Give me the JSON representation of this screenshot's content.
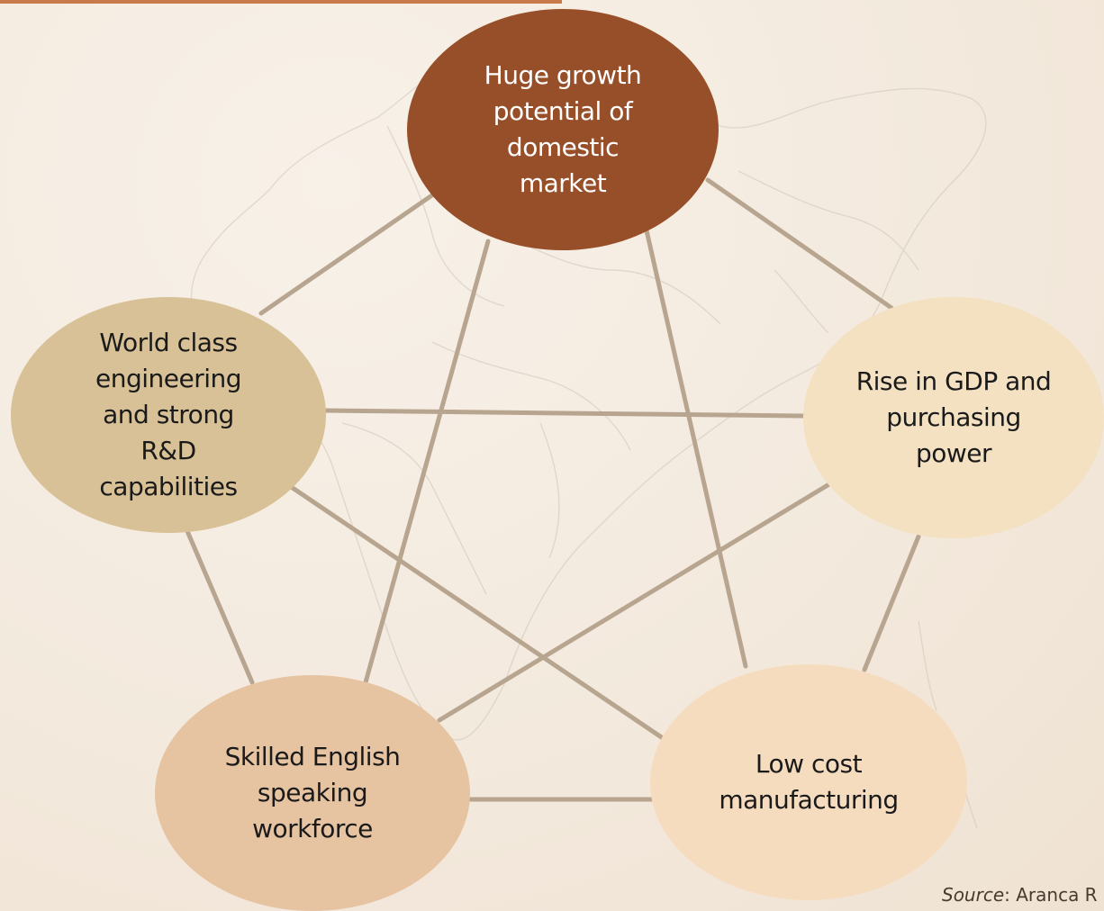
{
  "diagram": {
    "nodes": [
      {
        "id": "domestic-market",
        "label": "Huge growth potential of domestic market",
        "fill": "#974f29",
        "text_color": "#ffffff"
      },
      {
        "id": "gdp",
        "label": "Rise in GDP and purchasing power",
        "fill": "#f3e1c2",
        "text_color": "#1a1a1a"
      },
      {
        "id": "low-cost",
        "label": "Low cost manufacturing",
        "fill": "#f6dcbf",
        "text_color": "#1a1a1a"
      },
      {
        "id": "workforce",
        "label": "Skilled English speaking workforce",
        "fill": "#e6c3a1",
        "text_color": "#1a1a1a"
      },
      {
        "id": "engineering",
        "label": "World class engineering and strong R&D capabilities",
        "fill": "#d8c196",
        "text_color": "#1a1a1a"
      }
    ],
    "edge_color": "#b8a590"
  },
  "source": {
    "label": "Source",
    "text": ": Aranca R"
  }
}
